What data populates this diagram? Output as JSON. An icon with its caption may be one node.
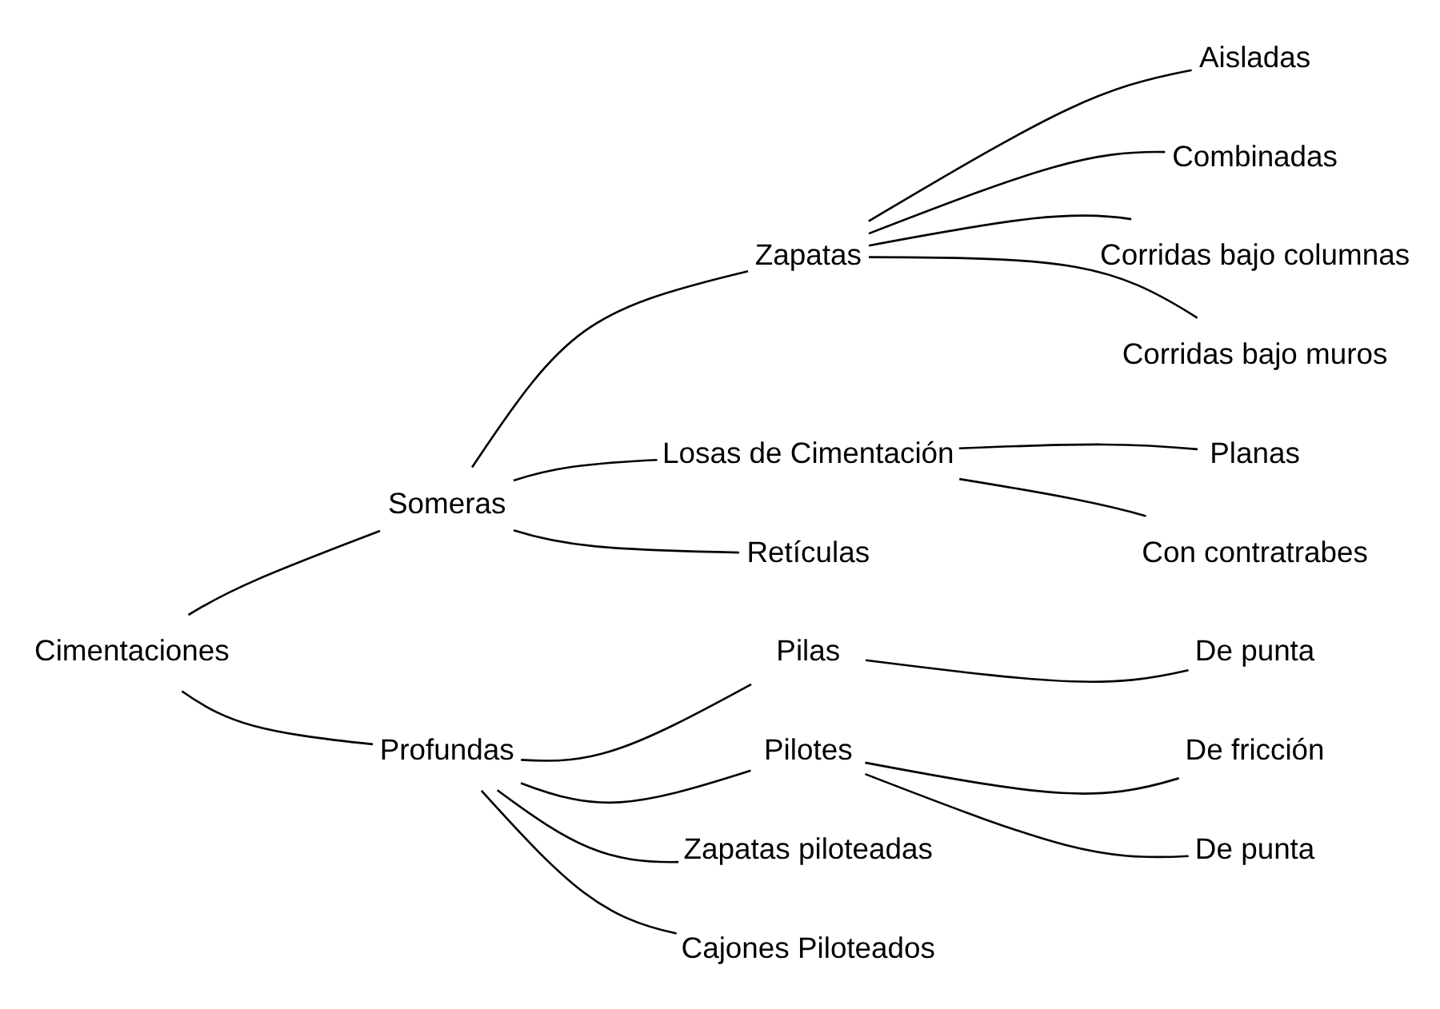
{
  "diagram": {
    "nodes": [
      {
        "text": [
          "Cimentaciones"
        ]
      },
      {
        "text": [
          "Someras"
        ]
      },
      {
        "text": [
          "Profundas"
        ]
      },
      {
        "text": [
          "Zapatas"
        ]
      },
      {
        "text": [
          "Losas de Cimentación"
        ]
      },
      {
        "text": [
          "Retículas"
        ]
      },
      {
        "text": [
          "Aisladas"
        ]
      },
      {
        "text": [
          "Combinadas"
        ]
      },
      {
        "text": [
          "Corridas bajo columnas"
        ]
      },
      {
        "text": [
          "Corridas bajo muros"
        ]
      },
      {
        "text": [
          "Planas"
        ]
      },
      {
        "text": [
          "Con contratrabes"
        ]
      },
      {
        "text": [
          "Pilas"
        ]
      },
      {
        "text": [
          "Pilotes"
        ]
      },
      {
        "text": [
          "Zapatas piloteadas"
        ]
      },
      {
        "text": [
          "Cajones Piloteados"
        ]
      },
      {
        "text": [
          "De punta"
        ]
      },
      {
        "text": [
          "De fricción"
        ]
      },
      {
        "text": [
          "De punta"
        ]
      }
    ],
    "edges": [
      {
        "from": 0,
        "to": 1,
        "arrow": "none"
      },
      {
        "from": 0,
        "to": 2,
        "arrow": "none"
      },
      {
        "from": 1,
        "to": 3,
        "arrow": "none"
      },
      {
        "from": 1,
        "to": 4,
        "arrow": "none"
      },
      {
        "from": 1,
        "to": 5,
        "arrow": "none"
      },
      {
        "from": 3,
        "to": 6,
        "arrow": "none"
      },
      {
        "from": 3,
        "to": 7,
        "arrow": "none"
      },
      {
        "from": 3,
        "to": 8,
        "arrow": "none"
      },
      {
        "from": 3,
        "to": 9,
        "arrow": "none"
      },
      {
        "from": 4,
        "to": 10,
        "arrow": "none"
      },
      {
        "from": 4,
        "to": 11,
        "arrow": "none"
      },
      {
        "from": 2,
        "to": 12,
        "arrow": "none"
      },
      {
        "from": 2,
        "to": 13,
        "arrow": "none"
      },
      {
        "from": 2,
        "to": 14,
        "arrow": "none"
      },
      {
        "from": 2,
        "to": 15,
        "arrow": "none"
      },
      {
        "from": 12,
        "to": 16,
        "arrow": "none"
      },
      {
        "from": 13,
        "to": 17,
        "arrow": "none"
      },
      {
        "from": 13,
        "to": 18,
        "arrow": "none"
      }
    ]
  }
}
